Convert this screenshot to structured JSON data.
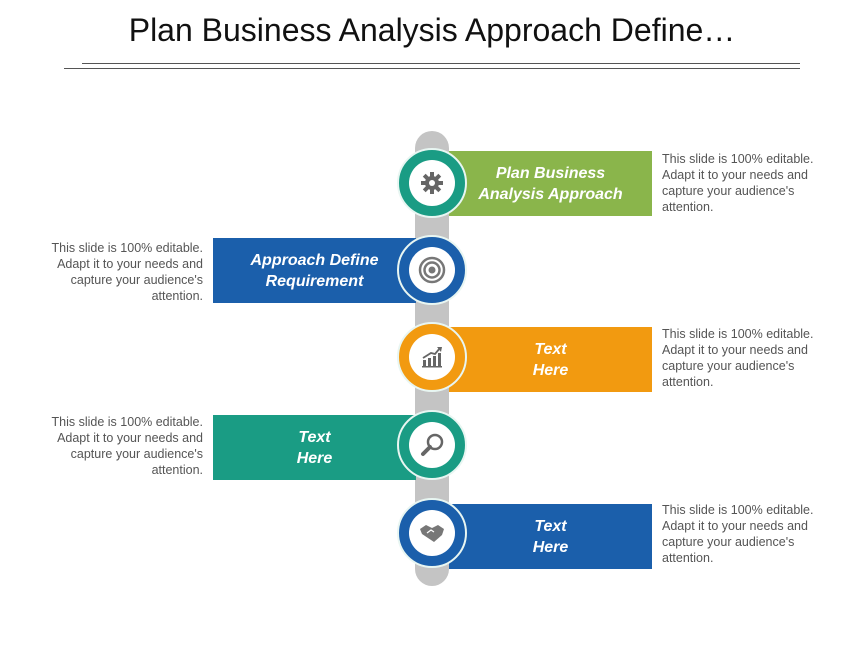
{
  "title": "Plan Business Analysis Approach Define…",
  "colors": {
    "green": "#8ab54b",
    "teal": "#1a9c84",
    "blue": "#1b5fab",
    "orange": "#f29a10",
    "spine": "#c4c4c4"
  },
  "steps": [
    {
      "label_line1": "Plan Business",
      "label_line2": "Analysis Approach",
      "icon": "gear-icon",
      "description": "This slide is 100% editable. Adapt it to your needs and capture your audience's attention."
    },
    {
      "label_line1": "Approach Define",
      "label_line2": "Requirement",
      "icon": "target-icon",
      "description": "This slide is 100% editable. Adapt it to your needs and capture your audience's attention."
    },
    {
      "label_line1": "Text",
      "label_line2": "Here",
      "icon": "growth-chart-icon",
      "description": "This slide is 100% editable. Adapt it to your needs and capture your audience's attention."
    },
    {
      "label_line1": "Text",
      "label_line2": "Here",
      "icon": "magnifier-icon",
      "description": "This slide is 100% editable. Adapt it to your needs and capture your audience's attention."
    },
    {
      "label_line1": "Text",
      "label_line2": "Here",
      "icon": "handshake-icon",
      "description": "This slide is 100% editable. Adapt it to your needs and capture your audience's attention."
    }
  ]
}
